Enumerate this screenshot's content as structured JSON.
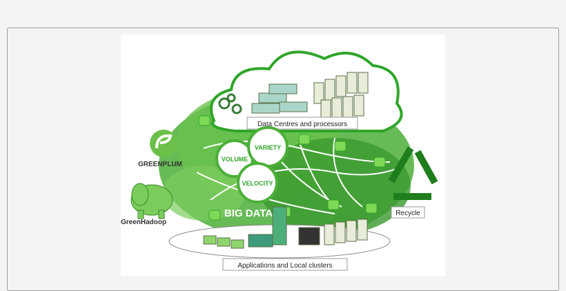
{
  "diagram": {
    "cloud_label": "Data Centres and processors",
    "circles": [
      "VARIETY",
      "VOLUME",
      "VELOCITY"
    ],
    "center_label": "BIG DATA",
    "greenplum_label": "GREENPLUM",
    "hadoop_label": "GreenHadoop",
    "recycle_label": "Recycle",
    "ground_label": "Applications and Local clusters",
    "colors": {
      "green": "#2fa52a",
      "dark_green": "#1e7d1c",
      "light_green": "#8fd46d"
    }
  }
}
